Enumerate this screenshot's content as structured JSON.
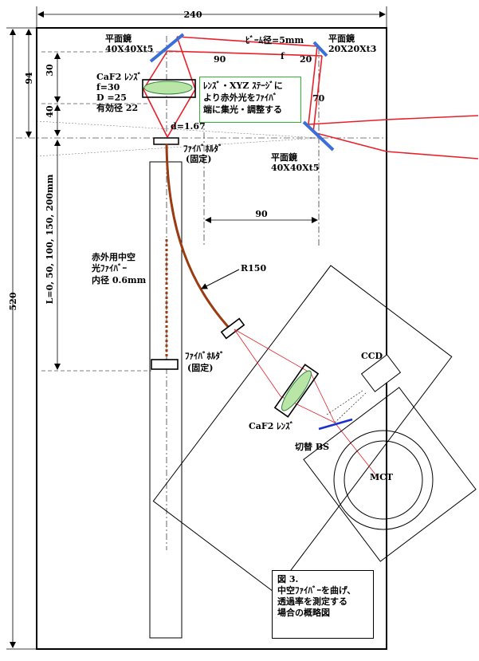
{
  "dimensions": {
    "width_total": "240",
    "height_total": "520",
    "d94": "94",
    "d30": "30",
    "d40": "40",
    "d90_top": "90",
    "d20": "20",
    "d70": "70",
    "d90_mid": "90",
    "length_L": "L=0, 50, 100, 150, 200mm"
  },
  "labels": {
    "mirror1": [
      "平面鏡",
      "40X40Xt5"
    ],
    "beam": "ﾋﾞｰﾑ径=5mm",
    "f": "f",
    "mirror2": [
      "平面鏡",
      "20X20Xt3"
    ],
    "lens": [
      "CaF2 ﾚﾝｽﾞ",
      "f=30",
      "D =25",
      "有効径 22"
    ],
    "d_value": "d=1.67",
    "holder1": [
      "ﾌｧｲﾊﾞﾎﾙﾀﾞ",
      "(固定)"
    ],
    "mirror3": [
      "平面鏡",
      "40X40Xt5"
    ],
    "fiber": [
      "赤外用中空",
      "光ﾌｧｲﾊﾞｰ",
      "内径 0.6mm"
    ],
    "radius": "R150",
    "holder2": [
      "ﾌｧｲﾊﾞﾎﾙﾀﾞ",
      "(固定)"
    ],
    "ccd": "CCD",
    "lens2": "CaF2 ﾚﾝｽﾞ",
    "bs": "切替 BS",
    "mct": "MCT"
  },
  "note": [
    "ﾚﾝｽﾞ・XYZ ｽﾃｰｼﾞに",
    "より赤外光をﾌｧｲﾊﾞ",
    "端に集光・調整する"
  ],
  "caption": [
    "図 3.",
    "中空ﾌｧｲﾊﾞｰを曲げ、",
    "透過率を測定する",
    "場合の概略図"
  ],
  "colors": {
    "beam": "#e8202a",
    "mirror": "#3a6fd8",
    "fiber": "#9a3b12",
    "lens_fill": "#b9e6a6",
    "lens_stroke": "#2f7f3a",
    "note_border": "#2fb52f",
    "bs": "#1a2fd0"
  }
}
